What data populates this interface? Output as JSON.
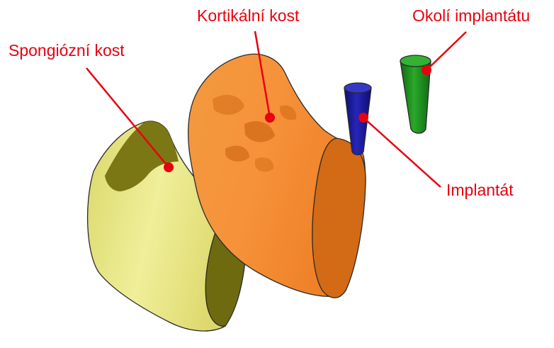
{
  "labels": {
    "spongy_bone": "Spongiózní kost",
    "cortical_bone": "Kortikální kost",
    "implant_surroundings": "Okolí implantátu",
    "implant": "Implantát"
  },
  "colors": {
    "label_red": "#e8000f",
    "spongy_bone_light": "#e3e27a",
    "spongy_bone_dark": "#6e6a10",
    "cortical_bone_light": "#f58c2e",
    "cortical_bone_dark": "#d26a16",
    "implant_blue": "#1a1a9a",
    "implant_surroundings_green": "#1f8a1f"
  }
}
